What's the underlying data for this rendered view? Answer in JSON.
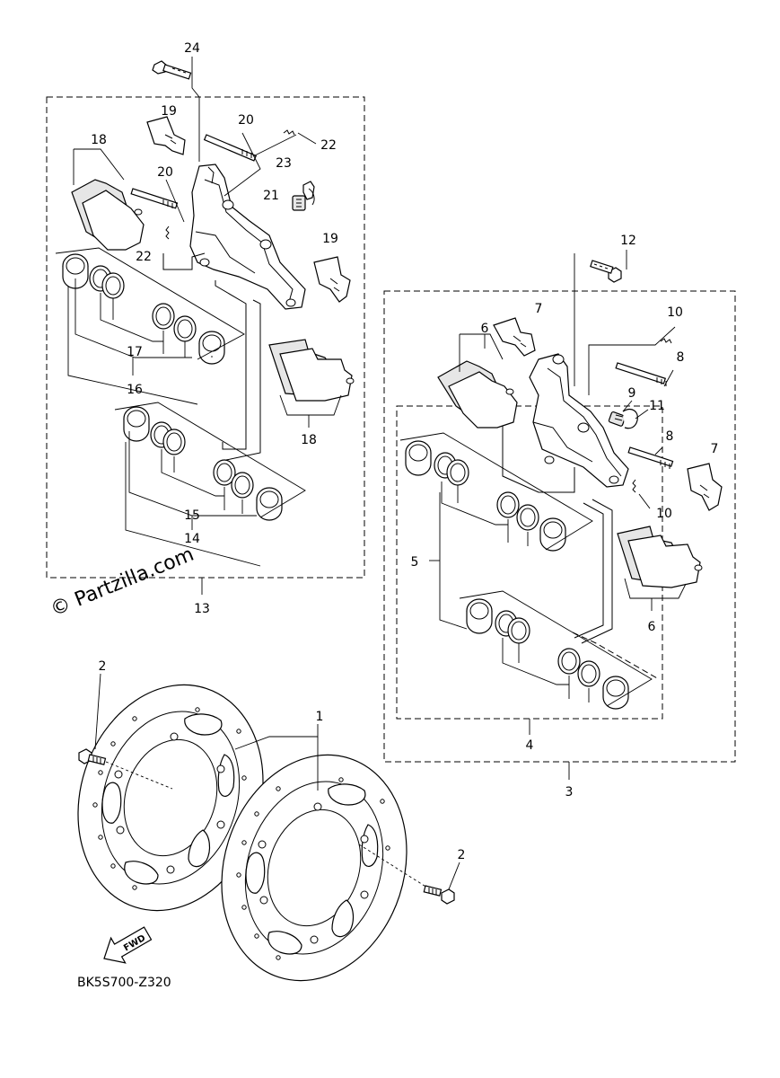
{
  "diagram_code": "BK5S700-Z320",
  "watermark": "© Partzilla.com",
  "fwd_label": "FWD",
  "callouts": {
    "c24": "24",
    "c20a": "20",
    "c22a": "22",
    "c19a": "19",
    "c18a": "18",
    "c23": "23",
    "c21": "21",
    "c20b": "20",
    "c22b": "22",
    "c19b": "19",
    "c17": "17",
    "c16": "16",
    "c18b": "18",
    "c15": "15",
    "c14": "14",
    "c13": "13",
    "c12": "12",
    "c7a": "7",
    "c6a": "6",
    "c10a": "10",
    "c8a": "8",
    "c9": "9",
    "c11": "11",
    "c8b": "8",
    "c7b": "7",
    "c10b": "10",
    "c5": "5",
    "c6b": "6",
    "c4": "4",
    "c3": "3",
    "c2a": "2",
    "c1": "1",
    "c2b": "2"
  }
}
